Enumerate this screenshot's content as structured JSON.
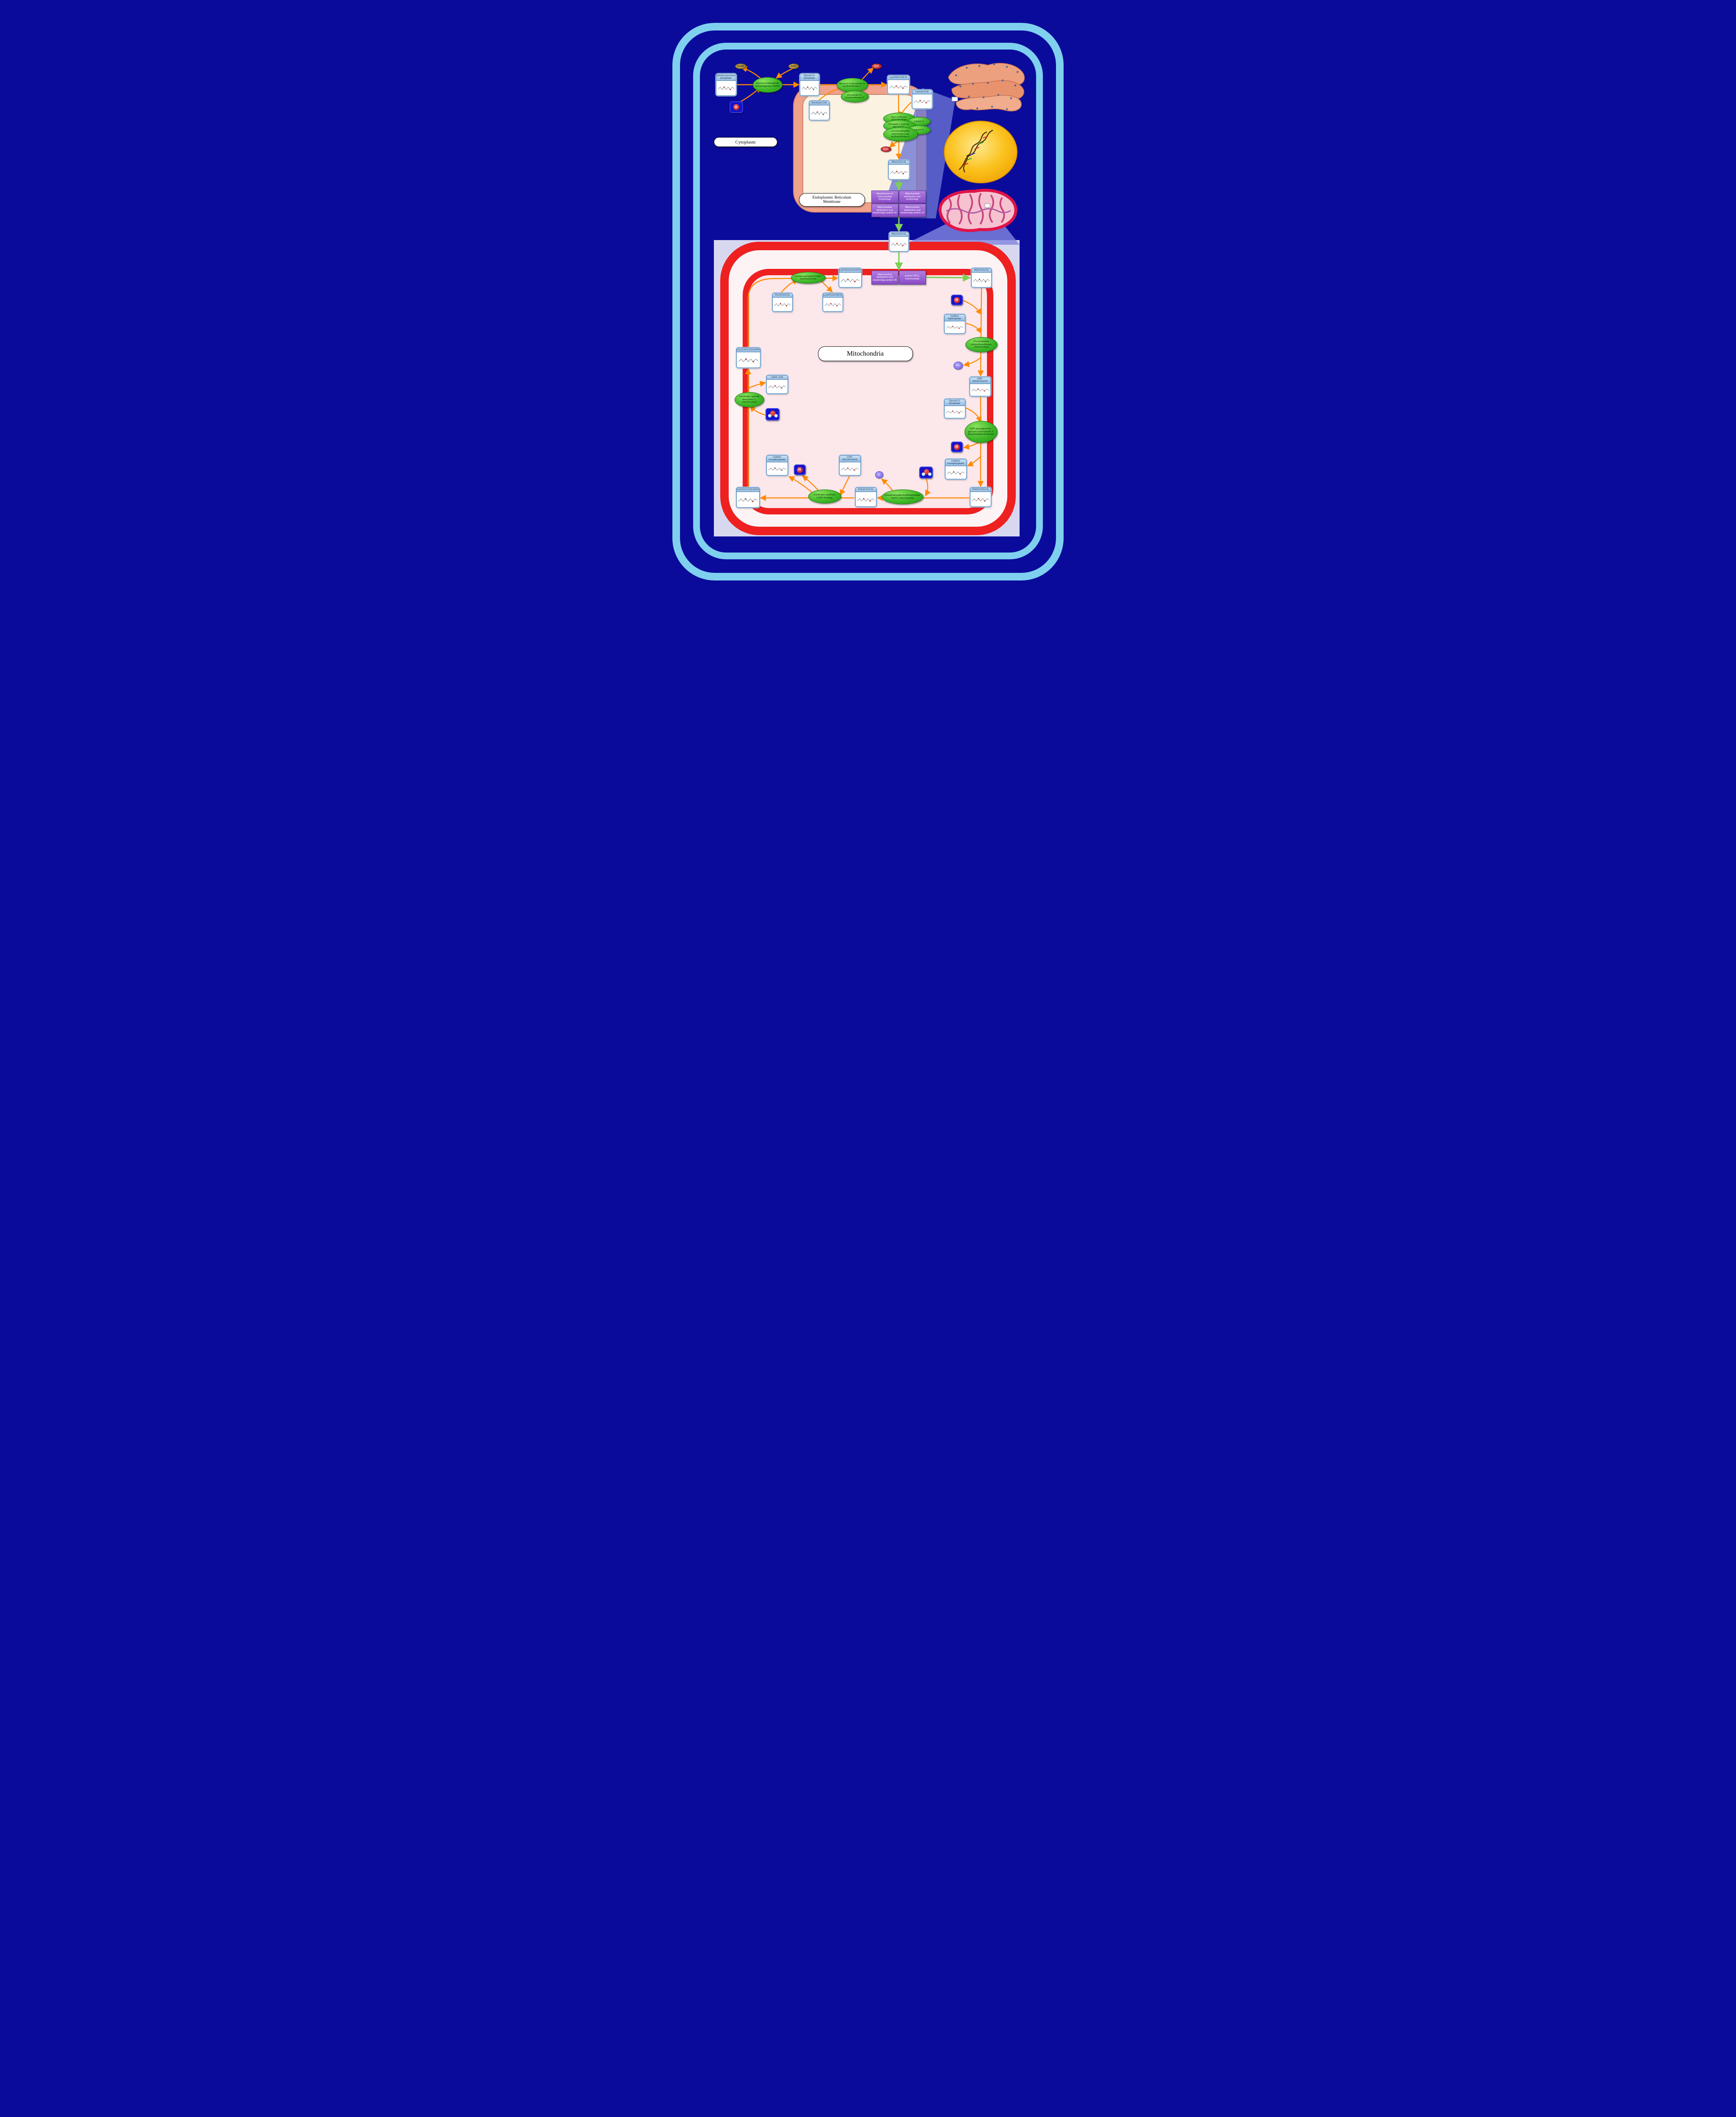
{
  "compartments": {
    "cytoplasm": "Cytoplasm",
    "er_membrane": "Endoplasmic Reticulum Membrane",
    "mitochondria": "Mitochondria"
  },
  "metabolites": {
    "dhap": "Dihydroxyacetone phosphate",
    "g3p_cyto": "Glycerol 3-phosphate",
    "lysopa": "LysoPA(10:0/0:0)",
    "lauroyl_coa": "Lauroyl-CoA",
    "decanoyl_coa": "Decanoyl-CoA",
    "pa_er": "PA(10:0/12:0)",
    "pa_ims": "PA(10:0/12:0)",
    "pa_mito": "PA(10:0/12:0)",
    "cl_top": "CL(10:0/12:0/14:0/24:0)",
    "lysopc": "LysoPC(10:0/0:0)",
    "pc": "PC(10:0/10:0)",
    "ctp": "Cytidine triphosphate",
    "cdp_dg_1012": "CDP-DG(10:0/12:0)",
    "g3p_mito": "Glycerol 3-phosphate",
    "cmp_right": "Cytidine monophosphate",
    "pgp": "PGP(10:0/12:0)",
    "pg": "PG(10:0/12:0)",
    "cdp_dg_1424": "CDP-DG(14:0/24:0)",
    "cmp_bottom": "Cytidine monophosphate",
    "cl_bottom": "CL(10:0/12:0/14:0/24:0)",
    "mlcl": "MLCL(0:0/12:0/14:0/24:0)",
    "capric": "Capric acid"
  },
  "enzymes": {
    "gpd2": "Glycerol-3-phosphate dehydrogenase GPD2",
    "gpat1": "Glycerol-3-phosphate O-acyltransferase 1",
    "gpat2": "phosphate O-acyltransferase 2",
    "acyl_lpa": "Acyl-CoA:lyso-phosphatidate",
    "probable_agpat": "Probable 1-acyl-sn-glycerol-3...",
    "lipase4": "Lipase 4",
    "lipase5": "Lipase 5",
    "lpaat1": "Lysophosphatidic acid:oleoyl-CoA acyltransferase 1",
    "lpcat": "Lysophosphatidylcholine acyltransferase",
    "tamm41": "Phosphatidate cytidylyltransferase, mitochondrial",
    "pgs1": "CDP-diacylglycerol--glycerol-3-phosphate 3-phosphatidyltransferase",
    "gep4": "phosphatidylglycerophosphatase GEP4, mitochondrial",
    "cls": "Cardiolipin synthase (CMP-forming)",
    "cld1": "Cardiolipin-specific deacylase 1, mitochondrial"
  },
  "proteins": {
    "mmm": "Maintenance of mitochondrial morphology",
    "mdm": "Mitochondrial distribution and morphology",
    "mdm34": "Mitochondrial distribution and morphology protein 34",
    "mdm10": "Mitochondrial distribution and morphology protein 10",
    "mdm35": "Mitochondrial distribution and morphology protein 35",
    "ups1": "protein UPS1, mitochondrial"
  },
  "cofactors": {
    "nadh": "NADH",
    "nad": "NAD",
    "coa": "CoA",
    "h": "H",
    "ppi": "PPi",
    "pi": "Pi",
    "h2o": "H2O"
  },
  "colors": {
    "background": "#0B0B9B",
    "cell_membrane": "#7FD0EF",
    "er_membrane": "#F0A28C",
    "mito_membrane": "#EE2020",
    "enzyme_green": "#3FB828",
    "metabolite_header": "#A9CBEA",
    "protein_purple": "#9A5FD0",
    "arrow_orange": "#FF8A00",
    "arrow_green": "#7FCE55"
  }
}
